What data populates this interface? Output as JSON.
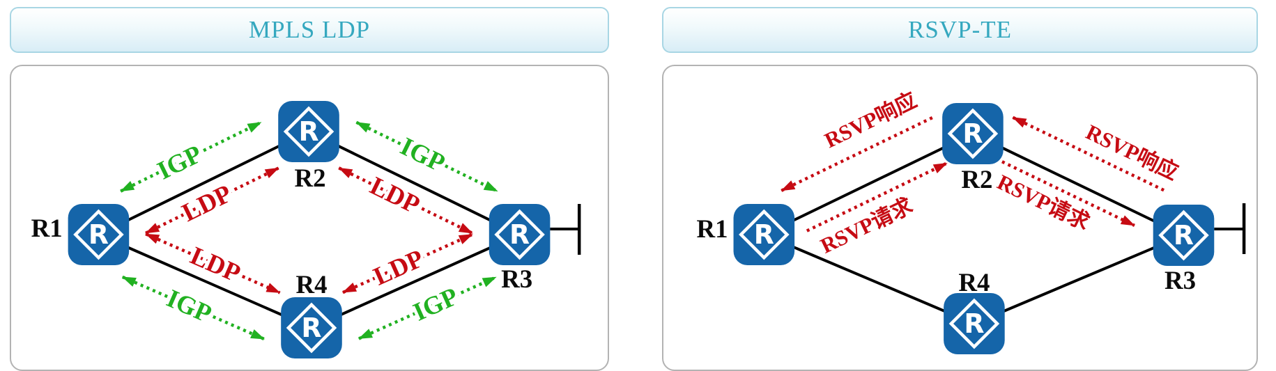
{
  "colors": {
    "router_blue": "#1565a9",
    "igp_green": "#21b121",
    "ldp_red": "#c60b13",
    "rsvp_red": "#c60b13",
    "link_black": "#000000",
    "node_label": "#0b0b0b",
    "header_text": "#35a8bf",
    "header_border": "#a8d6e4",
    "header_bg_bottom": "#d8edf6",
    "panel_border": "#b3b3b3"
  },
  "panels": [
    {
      "title": "MPLS LDP",
      "router_glyph": "R",
      "nodes": [
        {
          "label": "R1"
        },
        {
          "label": "R2"
        },
        {
          "label": "R3"
        },
        {
          "label": "R4"
        }
      ],
      "flows": [
        {
          "label": "IGP",
          "protocol": "igp",
          "edge": "R1-R2",
          "direction": "both"
        },
        {
          "label": "LDP",
          "protocol": "ldp",
          "edge": "R1-R2",
          "direction": "both"
        },
        {
          "label": "IGP",
          "protocol": "igp",
          "edge": "R2-R3",
          "direction": "both"
        },
        {
          "label": "LDP",
          "protocol": "ldp",
          "edge": "R2-R3",
          "direction": "both"
        },
        {
          "label": "LDP",
          "protocol": "ldp",
          "edge": "R1-R4",
          "direction": "both"
        },
        {
          "label": "IGP",
          "protocol": "igp",
          "edge": "R1-R4",
          "direction": "both"
        },
        {
          "label": "LDP",
          "protocol": "ldp",
          "edge": "R4-R3",
          "direction": "both"
        },
        {
          "label": "IGP",
          "protocol": "igp",
          "edge": "R4-R3",
          "direction": "both"
        }
      ]
    },
    {
      "title": "RSVP-TE",
      "router_glyph": "R",
      "nodes": [
        {
          "label": "R1"
        },
        {
          "label": "R2"
        },
        {
          "label": "R3"
        },
        {
          "label": "R4"
        }
      ],
      "flows": [
        {
          "label": "RSVP响应",
          "protocol": "rsvp",
          "edge": "R1-R2",
          "direction": "backward"
        },
        {
          "label": "RSVP请求",
          "protocol": "rsvp",
          "edge": "R1-R2",
          "direction": "forward"
        },
        {
          "label": "RSVP响应",
          "protocol": "rsvp",
          "edge": "R2-R3",
          "direction": "backward"
        },
        {
          "label": "RSVP请求",
          "protocol": "rsvp",
          "edge": "R2-R3",
          "direction": "forward"
        }
      ]
    }
  ]
}
